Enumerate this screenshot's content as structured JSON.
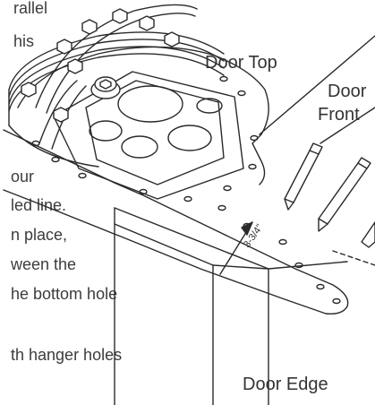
{
  "instructions": {
    "lines": [
      "rallel",
      "his",
      "our",
      "led line.",
      "n place,",
      "ween the",
      "he bottom hole",
      "th hanger holes"
    ]
  },
  "labels": {
    "door_top": "Door Top",
    "door_front_1": "Door",
    "door_front_2": "Front",
    "door_edge": "Door Edge",
    "measurement": "3-3/4\""
  }
}
